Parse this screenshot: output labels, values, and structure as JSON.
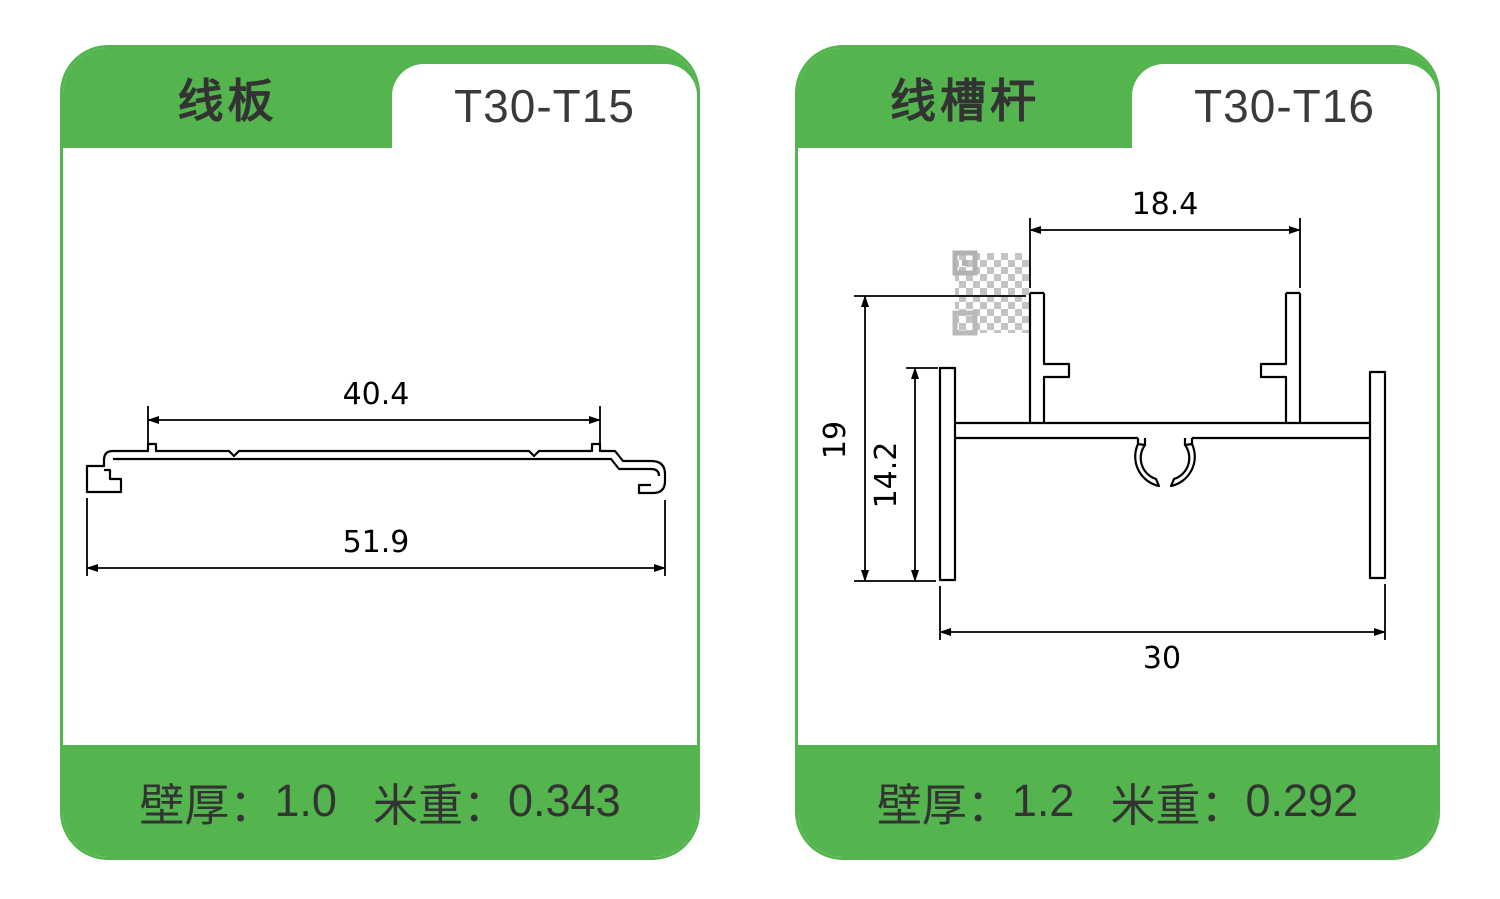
{
  "cards": [
    {
      "title": "线板",
      "model": "T30-T15",
      "footer": {
        "wall_label": "壁厚：",
        "wall_value": "1.0",
        "weight_label": "米重：",
        "weight_value": "0.343"
      },
      "dimensions": {
        "inner_width": "40.4",
        "overall_width": "51.9"
      }
    },
    {
      "title": "线槽杆",
      "model": "T30-T16",
      "footer": {
        "wall_label": "壁厚：",
        "wall_value": "1.2",
        "weight_label": "米重：",
        "weight_value": "0.292"
      },
      "dimensions": {
        "top_width": "18.4",
        "overall_height": "19",
        "side_height": "14.2",
        "bottom_width": "30"
      }
    }
  ],
  "colors": {
    "green": "#54b44e",
    "title_text": "#333333",
    "drawing_line": "#000000"
  }
}
